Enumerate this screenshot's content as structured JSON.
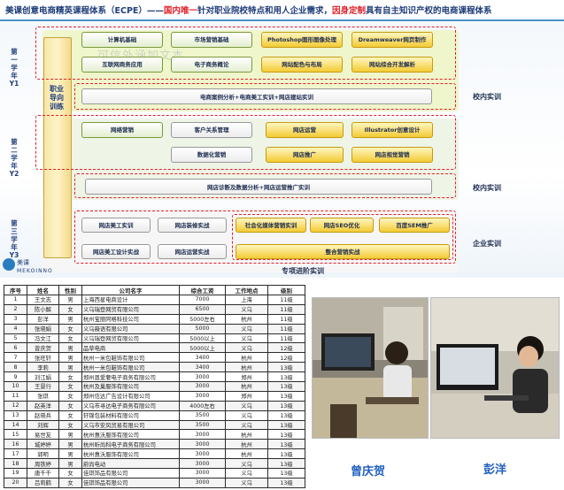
{
  "header": {
    "p1": "美课创意电商精英课程体系（ECPE）——",
    "p2": "国内",
    "p3": "唯一",
    "p4": "针对职业院校特点和用人企业需求，",
    "p5": "因身定制",
    "p6": "具有自主知识产权的电商课程体系"
  },
  "watermark": "可信外涵加文本",
  "years": {
    "y1": "第一学年Y1",
    "y2": "第二学年Y2",
    "y3": "第三学年Y3"
  },
  "vertical_label": "职业导向训练",
  "year1": {
    "r1": [
      "计算机基础",
      "市场营销基础",
      "Photoshop图形图像处理",
      "Dreamweaver网页制作"
    ],
    "r2": [
      "互联网商务应用",
      "电子商务概论",
      "网站配色与布局",
      "网站综合开发解析"
    ],
    "practice": "电商案例分析+电商美工实训+网店建站实训",
    "practice_label": "校内实训"
  },
  "year2": {
    "r1": [
      "网络营销",
      "客户关系管理",
      "网店运营",
      "Illustrator创意设计"
    ],
    "r2": [
      "数据化营销",
      "网店推广",
      "网店视觉营销"
    ],
    "practice": "网店诊断及数据分析+网店运营推广实训",
    "practice_label": "校内实训"
  },
  "year3": {
    "r1": [
      "网店美工实训",
      "网店装修实战",
      "社会化媒体营销实训",
      "网店SEO优化",
      "百度SEM推广"
    ],
    "r2": [
      "网店美工设计实战",
      "网店运营实战",
      "整合营销实战"
    ],
    "enterprise": "企业实训",
    "special": "专项进阶实训"
  },
  "logo": {
    "text": "美课",
    "sub": "MEKOINNO"
  },
  "table": {
    "headers": [
      "序号",
      "姓名",
      "性别",
      "公司名字",
      "综合工资",
      "工作地点",
      "级别"
    ],
    "rows": [
      [
        "1",
        "王文志",
        "男",
        "上海西星电商设计",
        "7000",
        "上海",
        "11级"
      ],
      [
        "2",
        "陈小解",
        "女",
        "义乌瑞登网贸有限公司",
        "6500",
        "义乌",
        "11级"
      ],
      [
        "3",
        "彭洋",
        "男",
        "杭州宝丽阿格科技公司",
        "5000左右",
        "杭州",
        "11级"
      ],
      [
        "4",
        "张晓娟",
        "女",
        "义乌薇语有限公司",
        "5000",
        "义乌",
        "11级"
      ],
      [
        "5",
        "冯文江",
        "女",
        "义乌瑞登网贸有限公司",
        "5000以上",
        "义乌",
        "11级"
      ],
      [
        "6",
        "曾庆贺",
        "男",
        "品草电商",
        "5000以上",
        "义乌",
        "12级"
      ],
      [
        "7",
        "张旺轩",
        "男",
        "杭州一米包鞋饰有限公司",
        "3400",
        "杭州",
        "12级"
      ],
      [
        "8",
        "李莉",
        "男",
        "杭州一米包鞋饰有限公司",
        "3400",
        "杭州",
        "13级"
      ],
      [
        "9",
        "刘江娟",
        "女",
        "郑州恩爱奢电子商务有限公司",
        "3000",
        "郑州",
        "13级"
      ],
      [
        "10",
        "王景行",
        "女",
        "杭州及巢服饰有限公司",
        "3000",
        "杭州",
        "13级"
      ],
      [
        "11",
        "张琪",
        "女",
        "郑州信达广告设计有限公司",
        "3000",
        "郑州",
        "13级"
      ],
      [
        "12",
        "赵英洋",
        "女",
        "义乌市寻达电子商务有限公司",
        "4000左右",
        "义乌",
        "13级"
      ],
      [
        "13",
        "赵晓兵",
        "女",
        "轩锦包装材料有限公司",
        "3500",
        "义乌",
        "13级"
      ],
      [
        "14",
        "刘辉",
        "女",
        "义乌市安风贸易有限公司",
        "3500",
        "义乌",
        "13级"
      ],
      [
        "15",
        "易世友",
        "男",
        "杭州惠沃服饰有限公司",
        "3000",
        "杭州",
        "13级"
      ],
      [
        "16",
        "城婷婷",
        "男",
        "杭州昕尚科电子商务有限公司",
        "3000",
        "杭州",
        "13级"
      ],
      [
        "17",
        "郭明",
        "男",
        "杭州惠沃服饰有限公司",
        "3000",
        "杭州",
        "13级"
      ],
      [
        "18",
        "周铁婷",
        "男",
        "蔚尚电动",
        "3000",
        "义乌",
        "13级"
      ],
      [
        "19",
        "唐千千",
        "女",
        "佳琪饰品有限公司",
        "3000",
        "义乌",
        "13级"
      ],
      [
        "20",
        "吕莉鹤",
        "女",
        "佳琪饰品有限公司",
        "3000",
        "义乌",
        "13级"
      ]
    ]
  },
  "photos": {
    "left_caption": "曾庆贺",
    "right_caption": "彭洋"
  }
}
